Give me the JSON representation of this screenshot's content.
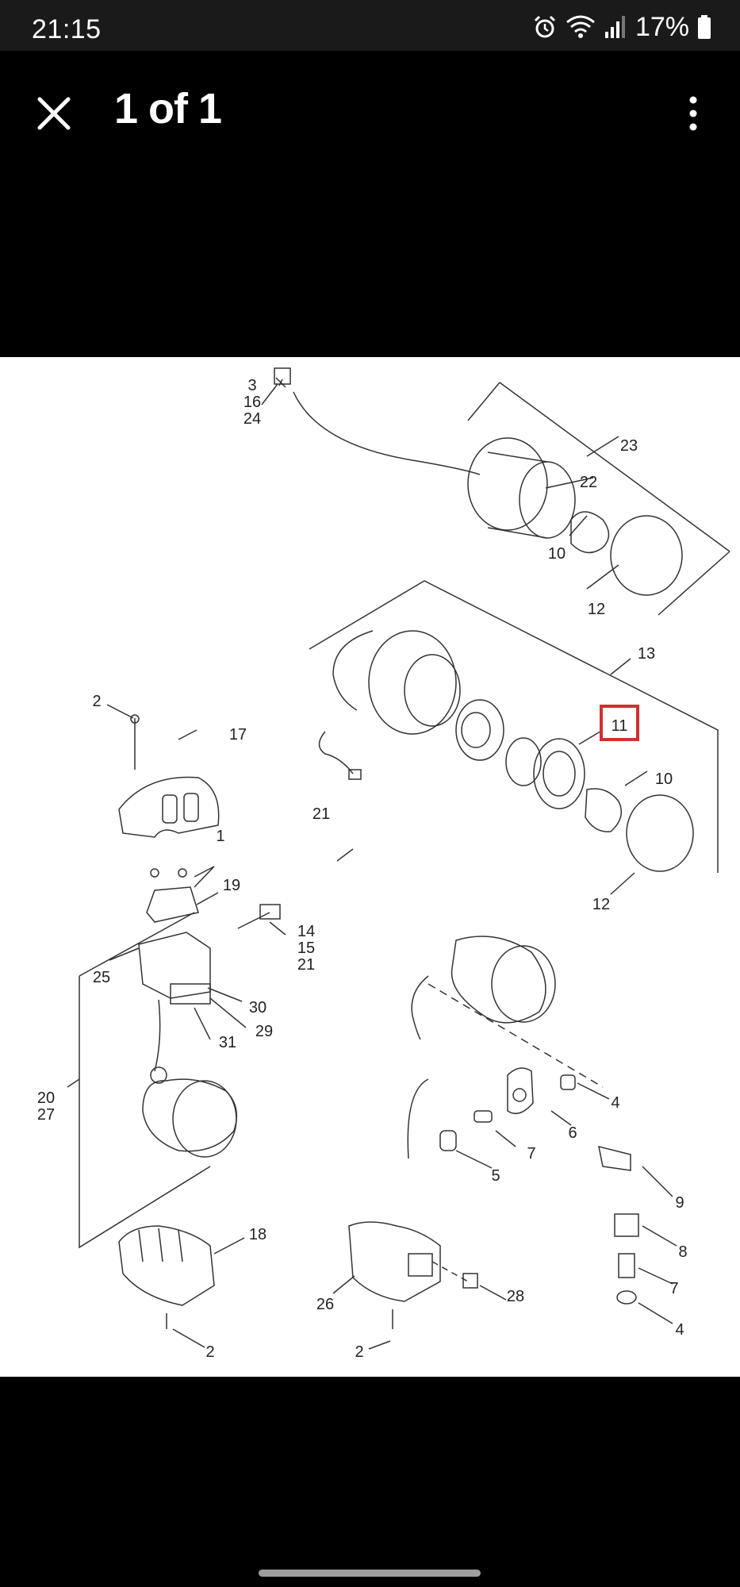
{
  "status_bar": {
    "time": "21:15",
    "battery_percent": "17%",
    "icons": [
      "alarm-icon",
      "wifi-icon",
      "signal-icon",
      "battery-icon"
    ]
  },
  "viewer": {
    "title": "1 of 1",
    "close_icon": "close-icon",
    "more_icon": "more-vertical-icon"
  },
  "diagram": {
    "highlight_color": "#d32f2f",
    "labels": [
      {
        "id": "l-3-16-24",
        "lines": [
          "3",
          "16",
          "24"
        ]
      },
      {
        "id": "l-23",
        "lines": [
          "23"
        ]
      },
      {
        "id": "l-22",
        "lines": [
          "22"
        ]
      },
      {
        "id": "l-10a",
        "lines": [
          "10"
        ]
      },
      {
        "id": "l-12a",
        "lines": [
          "12"
        ]
      },
      {
        "id": "l-13",
        "lines": [
          "13"
        ]
      },
      {
        "id": "l-11",
        "lines": [
          "11"
        ]
      },
      {
        "id": "l-10b",
        "lines": [
          "10"
        ]
      },
      {
        "id": "l-12b",
        "lines": [
          "12"
        ]
      },
      {
        "id": "l-2a",
        "lines": [
          "2"
        ]
      },
      {
        "id": "l-17",
        "lines": [
          "17"
        ]
      },
      {
        "id": "l-21a",
        "lines": [
          "21"
        ]
      },
      {
        "id": "l-1",
        "lines": [
          "1"
        ]
      },
      {
        "id": "l-19",
        "lines": [
          "19"
        ]
      },
      {
        "id": "l-14-15-21",
        "lines": [
          "14",
          "15",
          "21"
        ]
      },
      {
        "id": "l-25",
        "lines": [
          "25"
        ]
      },
      {
        "id": "l-30",
        "lines": [
          "30"
        ]
      },
      {
        "id": "l-29",
        "lines": [
          "29"
        ]
      },
      {
        "id": "l-31",
        "lines": [
          "31"
        ]
      },
      {
        "id": "l-20-27",
        "lines": [
          "20",
          "27"
        ]
      },
      {
        "id": "l-4a",
        "lines": [
          "4"
        ]
      },
      {
        "id": "l-6",
        "lines": [
          "6"
        ]
      },
      {
        "id": "l-7a",
        "lines": [
          "7"
        ]
      },
      {
        "id": "l-5",
        "lines": [
          "5"
        ]
      },
      {
        "id": "l-9",
        "lines": [
          "9"
        ]
      },
      {
        "id": "l-8",
        "lines": [
          "8"
        ]
      },
      {
        "id": "l-7b",
        "lines": [
          "7"
        ]
      },
      {
        "id": "l-4b",
        "lines": [
          "4"
        ]
      },
      {
        "id": "l-18",
        "lines": [
          "18"
        ]
      },
      {
        "id": "l-2b",
        "lines": [
          "2"
        ]
      },
      {
        "id": "l-26",
        "lines": [
          "26"
        ]
      },
      {
        "id": "l-28",
        "lines": [
          "28"
        ]
      },
      {
        "id": "l-2c",
        "lines": [
          "2"
        ]
      }
    ]
  }
}
